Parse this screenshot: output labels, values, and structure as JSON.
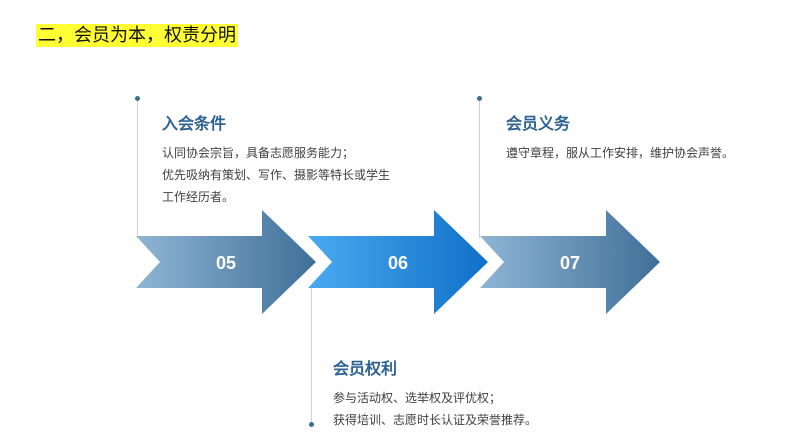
{
  "title": "二，会员为本，权责分明",
  "steps": [
    {
      "number": "05",
      "heading": "入会条件",
      "lines": [
        "认同协会宗旨，具备志愿服务能力；",
        "优先吸纳有策划、写作、摄影等特长或学生",
        "工作经历者。"
      ]
    },
    {
      "number": "06",
      "heading": "会员权利",
      "lines": [
        "参与活动权、选举权及评优权；",
        "获得培训、志愿时长认证及荣誉推荐。"
      ]
    },
    {
      "number": "07",
      "heading": "会员义务",
      "lines": [
        "遵守章程，服从工作安排，维护协会声誉。"
      ]
    }
  ],
  "colors": {
    "title_highlight": "#ffff33",
    "heading": "#2e6391",
    "arrow_steel_dark": "#3f6f98",
    "arrow_steel_light": "#8fb5d4",
    "arrow_bright_dark": "#0f70c8",
    "arrow_bright_light": "#4aaaf0"
  }
}
